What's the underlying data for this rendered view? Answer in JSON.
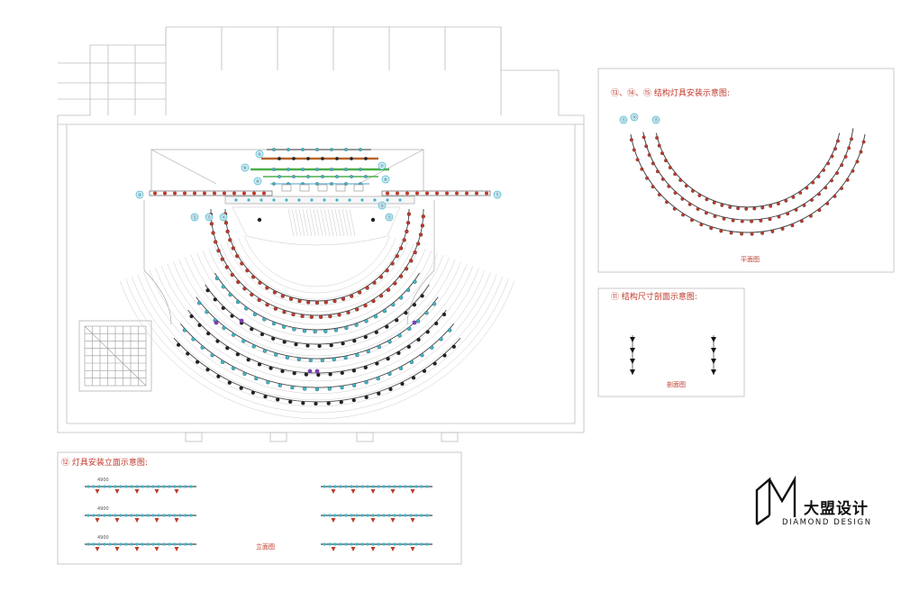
{
  "panels": {
    "plan_detail": {
      "title": "⑬、⑭、⑮ 结构灯具安装示意图:",
      "caption": "平面图",
      "markers": [
        "⑬",
        "⑭",
        "⑮"
      ]
    },
    "structure_section": {
      "title": "⑪ 结构尺寸剖面示意图:",
      "caption": "剖面图"
    },
    "elevation": {
      "title": "⑫ 灯具安装立面示意图:",
      "caption": "立面图",
      "dimensions": [
        "4900",
        "4900",
        "4900"
      ]
    }
  },
  "main_plan": {
    "numbered_markers": [
      "⑤",
      "⑥",
      "⑦",
      "⑧",
      "⑨",
      "⑩",
      "⑪",
      "⑫",
      "⑬",
      "⑭",
      "⑮",
      "⑯"
    ]
  },
  "logo": {
    "chinese": "大盟设计",
    "english": "DIAMOND DESIGN"
  },
  "colors": {
    "fixture_red": "#c0392b",
    "fixture_cyan": "#3fb6c9",
    "fixture_purple": "#7a3fb0",
    "truss_orange": "#b7652d",
    "truss_green": "#4cae4c",
    "line_gray": "#9a9a9a"
  }
}
